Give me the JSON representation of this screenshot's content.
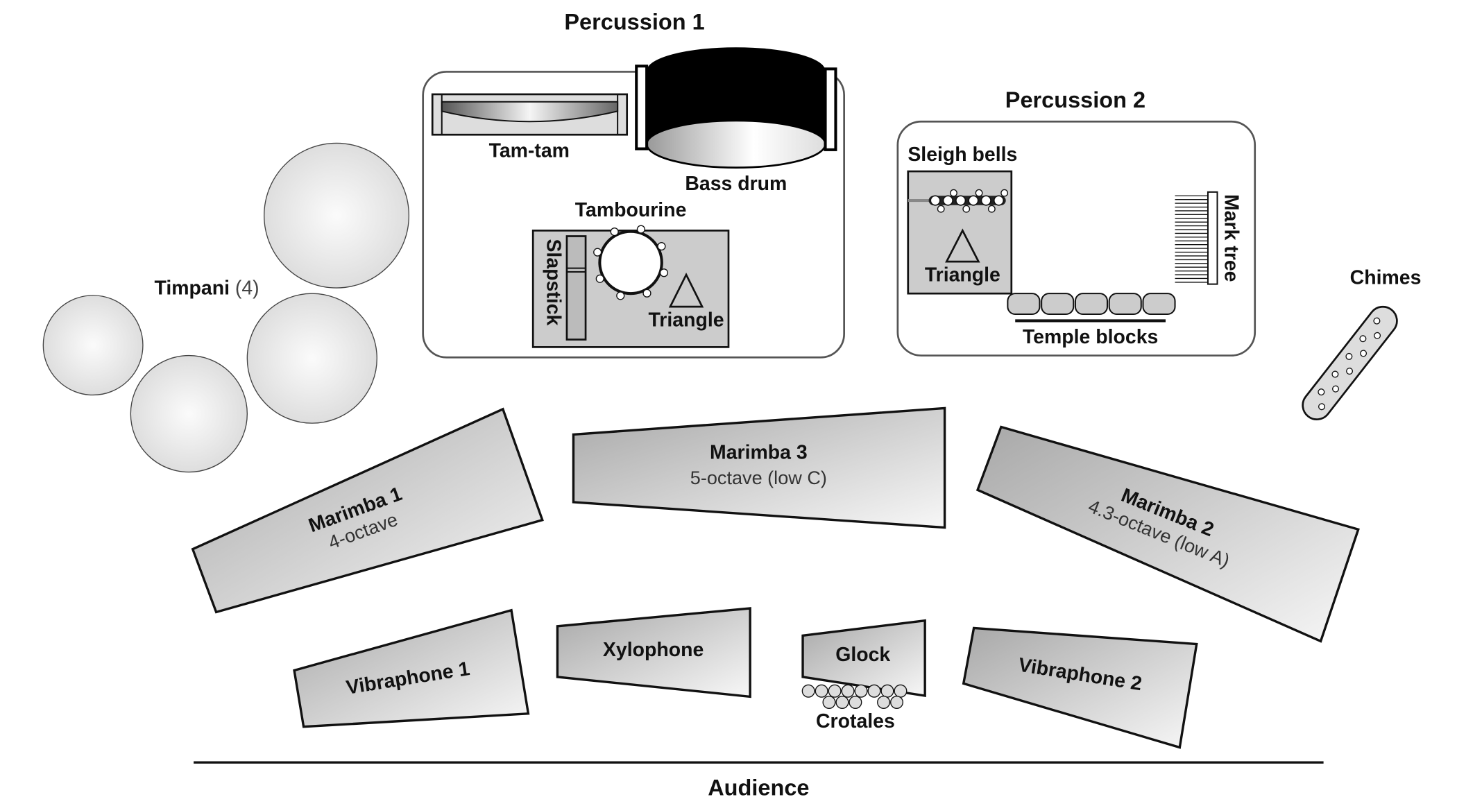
{
  "sections": {
    "percussion1": {
      "title": "Percussion 1",
      "tam_tam": "Tam-tam",
      "bass_drum": "Bass drum",
      "tambourine": "Tambourine",
      "slapstick": "Slapstick",
      "triangle": "Triangle"
    },
    "percussion2": {
      "title": "Percussion 2",
      "sleigh_bells": "Sleigh bells",
      "triangle": "Triangle",
      "temple_blocks": "Temple blocks",
      "mark_tree": "Mark tree"
    }
  },
  "timpani": {
    "label": "Timpani",
    "count": "(4)"
  },
  "chimes": "Chimes",
  "marimbas": [
    {
      "name": "Marimba 1",
      "range": "4-octave"
    },
    {
      "name": "Marimba 3",
      "range": "5-octave (low C)"
    },
    {
      "name": "Marimba 2",
      "range": "4.3-octave (low A)"
    }
  ],
  "front_row": {
    "vibraphone1": "Vibraphone 1",
    "xylophone": "Xylophone",
    "glock": "Glock",
    "crotales": "Crotales",
    "vibraphone2": "Vibraphone 2"
  },
  "audience": "Audience",
  "colors": {
    "box_fill": "#cccccc",
    "outline": "#111111",
    "bass_drum": "#000000"
  }
}
